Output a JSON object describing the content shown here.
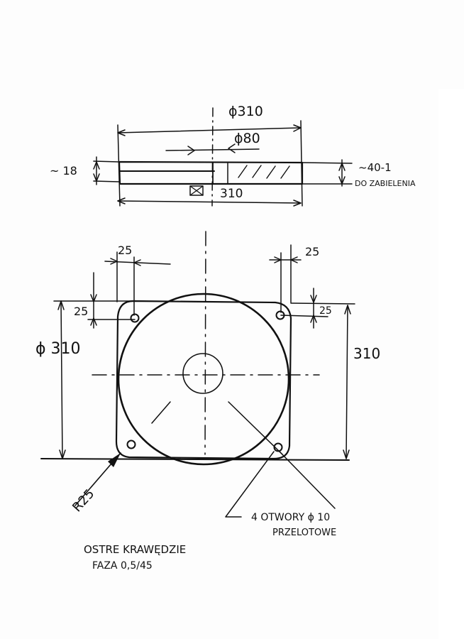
{
  "side_view": {
    "dim_diameter_top": "ϕ310",
    "dim_center_bore": "ϕ80",
    "dim_thickness_left": "~ 18",
    "dim_thickness_right": "~40-1",
    "dim_thickness_note": "DO ZABIELENIA",
    "dim_width_bottom": "310"
  },
  "plan_view": {
    "dim_hole_offset_top_left": "25",
    "dim_hole_offset_top_right": "25",
    "dim_hole_offset_left_vertical": "25",
    "dim_hole_offset_right_vertical": "25",
    "dim_diameter_left": "ϕ 310",
    "dim_height_right": "310",
    "dim_corner_radius": "R25",
    "holes_note_line1": "4 OTWORY ϕ 10",
    "holes_note_line2": "PRZELOTOWE"
  },
  "notes": {
    "line1": "OSTRE KRAWĘDZIE",
    "line2": "FAZA 0,5/45"
  },
  "colors": {
    "ink": "#111111",
    "paper": "#fdfdfd"
  }
}
